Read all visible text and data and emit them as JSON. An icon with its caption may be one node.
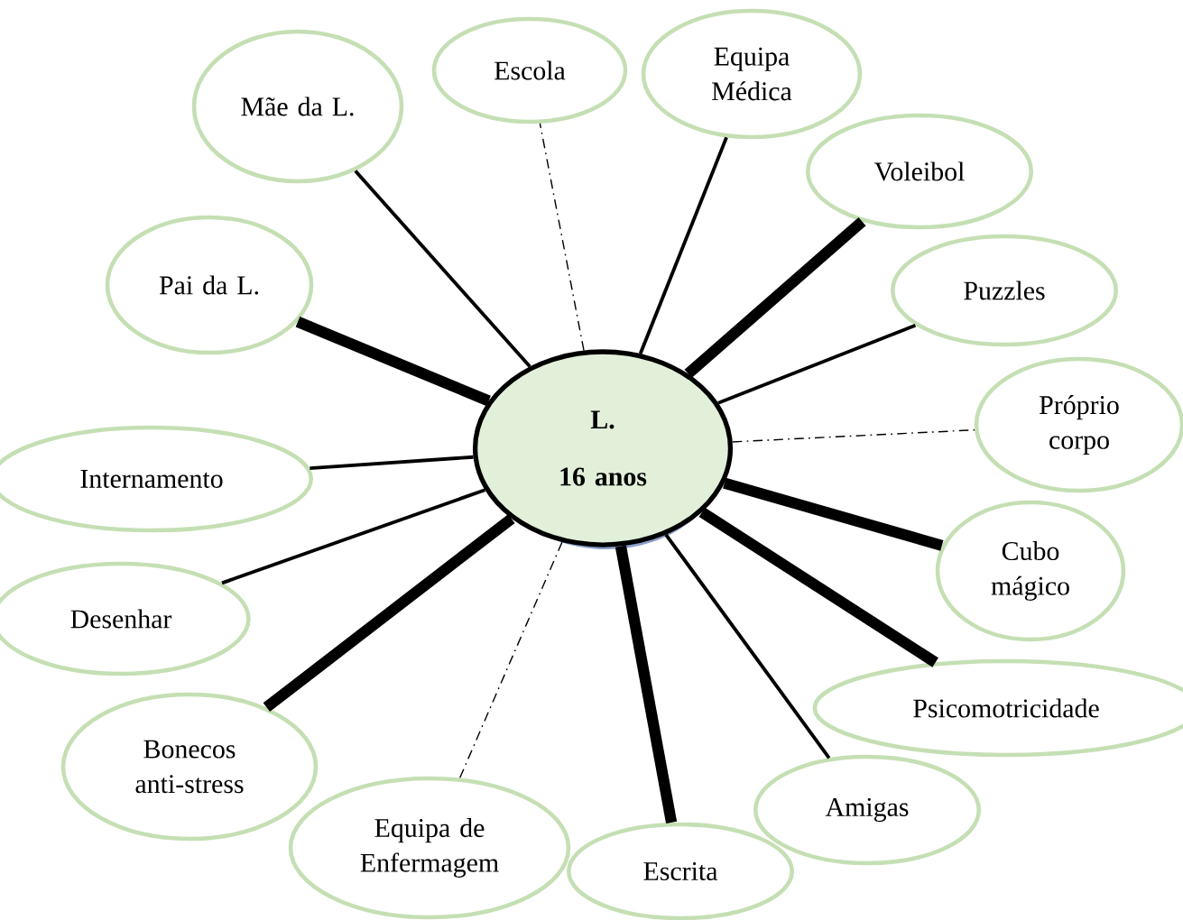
{
  "diagram": {
    "nodes": [
      {
        "text": [
          "L.",
          "16 anos"
        ]
      },
      {
        "text": [
          "Mãe da L."
        ]
      },
      {
        "text": [
          "Escola"
        ]
      },
      {
        "text": [
          "Equipa Médica"
        ]
      },
      {
        "text": [
          "Voleibol"
        ]
      },
      {
        "text": [
          "Pai da L."
        ]
      },
      {
        "text": [
          "Puzzles"
        ]
      },
      {
        "text": [
          "Próprio corpo"
        ]
      },
      {
        "text": [
          "Internamento"
        ]
      },
      {
        "text": [
          "Cubo mágico"
        ]
      },
      {
        "text": [
          "Desenhar"
        ]
      },
      {
        "text": [
          "Psicomotricidade"
        ]
      },
      {
        "text": [
          "Bonecos anti-stress"
        ]
      },
      {
        "text": [
          "Amigas"
        ]
      },
      {
        "text": [
          "Equipa de Enfermagem"
        ]
      },
      {
        "text": [
          "Escrita"
        ]
      }
    ],
    "edges": [
      {
        "from": 0,
        "to": 1,
        "arrow": "none"
      },
      {
        "from": 0,
        "to": 2,
        "arrow": "none",
        "style": "dashed"
      },
      {
        "from": 0,
        "to": 3,
        "arrow": "none"
      },
      {
        "from": 0,
        "to": 4,
        "arrow": "none",
        "style": "thick"
      },
      {
        "from": 0,
        "to": 5,
        "arrow": "none",
        "style": "thick"
      },
      {
        "from": 0,
        "to": 6,
        "arrow": "none"
      },
      {
        "from": 0,
        "to": 7,
        "arrow": "none",
        "style": "dashed"
      },
      {
        "from": 0,
        "to": 8,
        "arrow": "none"
      },
      {
        "from": 0,
        "to": 9,
        "arrow": "none",
        "style": "thick"
      },
      {
        "from": 0,
        "to": 10,
        "arrow": "none"
      },
      {
        "from": 0,
        "to": 11,
        "arrow": "none",
        "style": "thick"
      },
      {
        "from": 0,
        "to": 12,
        "arrow": "none",
        "style": "thick"
      },
      {
        "from": 0,
        "to": 13,
        "arrow": "none"
      },
      {
        "from": 0,
        "to": 14,
        "arrow": "none",
        "style": "dashed"
      },
      {
        "from": 0,
        "to": 15,
        "arrow": "none",
        "style": "thick"
      }
    ]
  }
}
